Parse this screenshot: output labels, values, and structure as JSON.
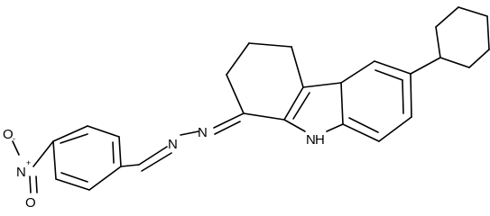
{
  "molecule": {
    "atom_labels": {
      "n1": "N",
      "n2": "N",
      "nh": "N",
      "nh_h": "H",
      "nitro_n": "N",
      "nitro_o1": "O",
      "nitro_o2": "O"
    },
    "charges": {
      "nitro_n": "+",
      "nitro_o": "-"
    },
    "colors": {
      "bond": "#000000",
      "text": "#000000",
      "background": "#ffffff"
    }
  }
}
